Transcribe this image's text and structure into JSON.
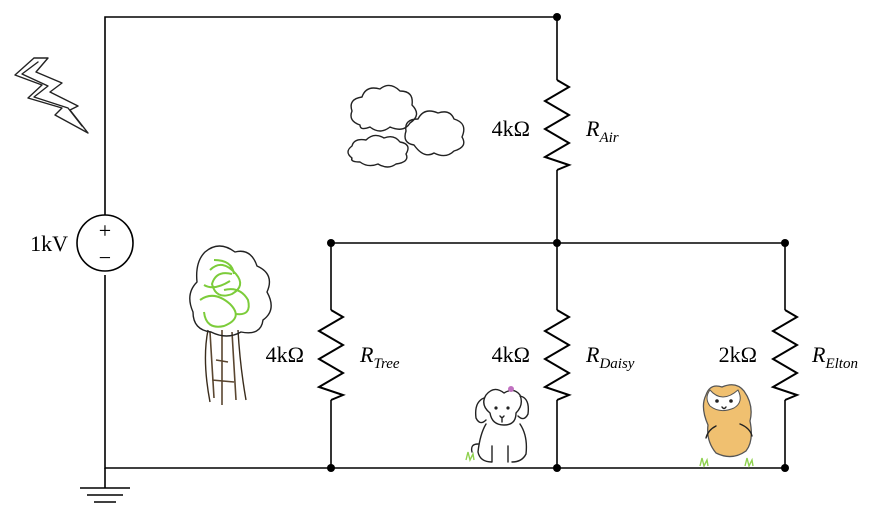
{
  "source": {
    "voltage": "1kV",
    "plus": "+",
    "minus": "−"
  },
  "resistors": {
    "air": {
      "value": "4kΩ",
      "name": "R",
      "sub": "Air"
    },
    "tree": {
      "value": "4kΩ",
      "name": "R",
      "sub": "Tree"
    },
    "daisy": {
      "value": "4kΩ",
      "name": "R",
      "sub": "Daisy"
    },
    "elton": {
      "value": "2kΩ",
      "name": "R",
      "sub": "Elton"
    }
  },
  "icons": [
    "lightning-icon",
    "cloud-icon",
    "tree-icon",
    "dog-icon",
    "hamster-icon",
    "ground-icon"
  ],
  "colors": {
    "wire": "#000000",
    "tree_leaves": "#7ccc3a",
    "tree_trunk": "#5a4630",
    "grass": "#8fd14f",
    "hamster": "#f0c070",
    "dog_bow": "#c070c0"
  }
}
